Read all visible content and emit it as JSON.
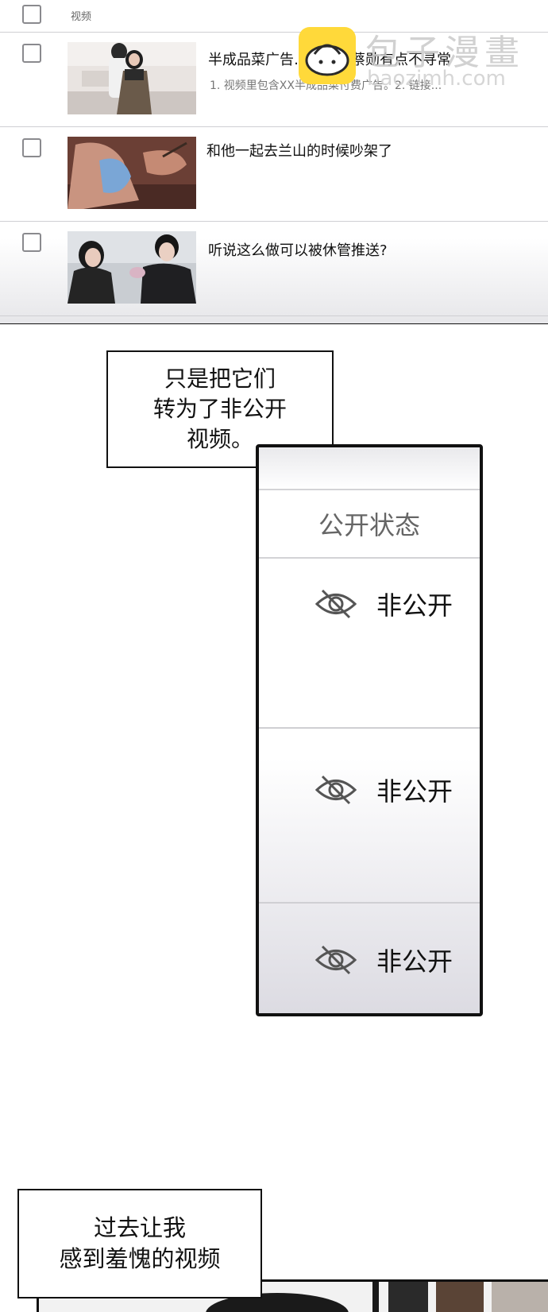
{
  "video_list": {
    "header_label": "视频",
    "rows": [
      {
        "title": "半成品菜广告……但是蔡勋有点不寻常",
        "description": "1. 视频里包含XX半成品菜付费广告。2. 链接..."
      },
      {
        "title": "和他一起去兰山的时候吵架了",
        "description": ""
      },
      {
        "title": "听说这么做可以被休管推送?",
        "description": ""
      }
    ]
  },
  "watermark": {
    "text": "包子漫畫",
    "sub": "baozimh.com"
  },
  "speech_1": {
    "lines": [
      "只是把它们",
      "转为了非公开",
      "视频。"
    ]
  },
  "privacy_panel": {
    "title": "公开状态",
    "options": [
      {
        "icon": "eye-slash-icon",
        "label": "非公开"
      },
      {
        "icon": "eye-slash-icon",
        "label": "非公开"
      },
      {
        "icon": "eye-slash-icon",
        "label": "非公开"
      }
    ]
  },
  "speech_2": {
    "lines": [
      "过去让我",
      "感到羞愧的视频"
    ]
  }
}
